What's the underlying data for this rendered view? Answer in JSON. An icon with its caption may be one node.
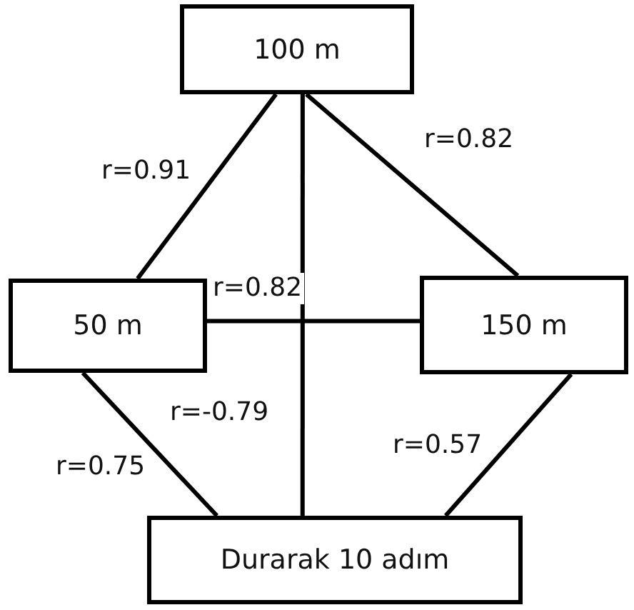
{
  "diagram": {
    "nodes": [
      {
        "text": [
          "100 m"
        ]
      },
      {
        "text": [
          "50 m"
        ]
      },
      {
        "text": [
          "150 m"
        ]
      },
      {
        "text": [
          "Durarak 10 adım"
        ]
      }
    ],
    "edges": [
      {
        "from": 0,
        "to": 1,
        "arrow": "none",
        "label": "r=0.91"
      },
      {
        "from": 0,
        "to": 2,
        "arrow": "none",
        "label": "r=0.82"
      },
      {
        "from": 1,
        "to": 2,
        "arrow": "none",
        "label": "r=0.82"
      },
      {
        "from": 0,
        "to": 3,
        "arrow": "none",
        "label": "r=-0.79"
      },
      {
        "from": 1,
        "to": 3,
        "arrow": "none",
        "label": "r=0.75"
      },
      {
        "from": 2,
        "to": 3,
        "arrow": "none",
        "label": "r=0.57"
      }
    ]
  }
}
